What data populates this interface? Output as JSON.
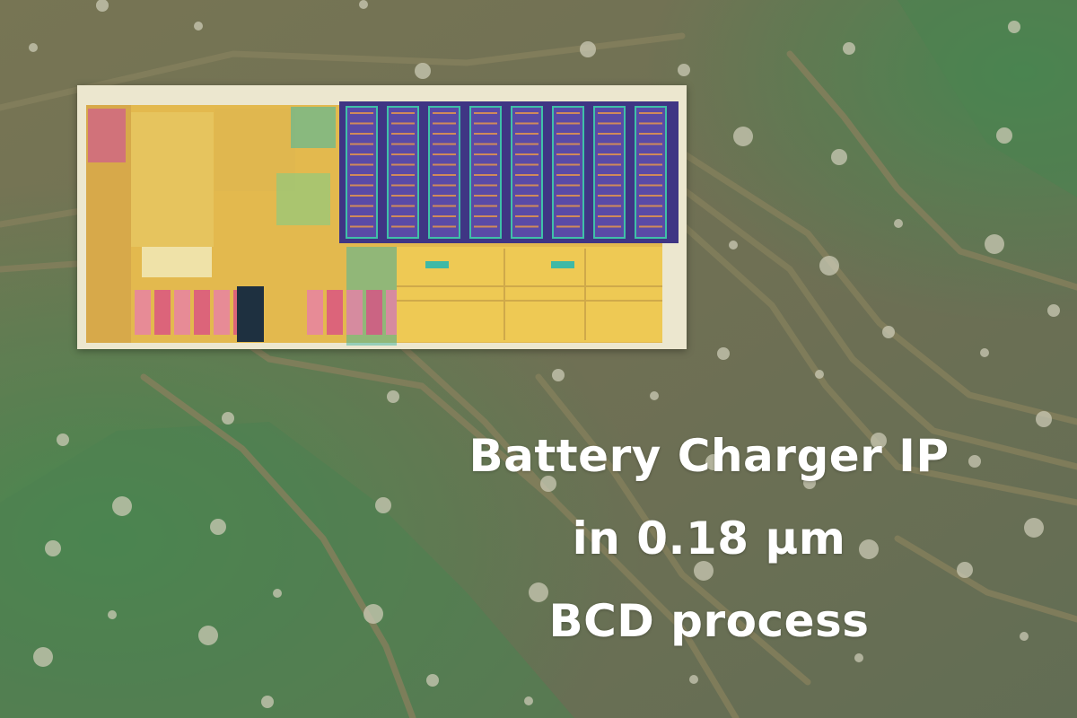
{
  "headline": {
    "line1": "Battery Charger IP",
    "line2": "in 0.18 µm",
    "line3": "BCD process"
  },
  "colors": {
    "board_olive": "#6b6a48",
    "board_green": "#3f7a45",
    "trace": "#7a7650",
    "via": "#c9c8b2",
    "chip_frame": "#ece7cf",
    "chip_gold": "#e9c04f",
    "chip_memory_purple": "#4a3d8c",
    "text": "#ffffff"
  }
}
